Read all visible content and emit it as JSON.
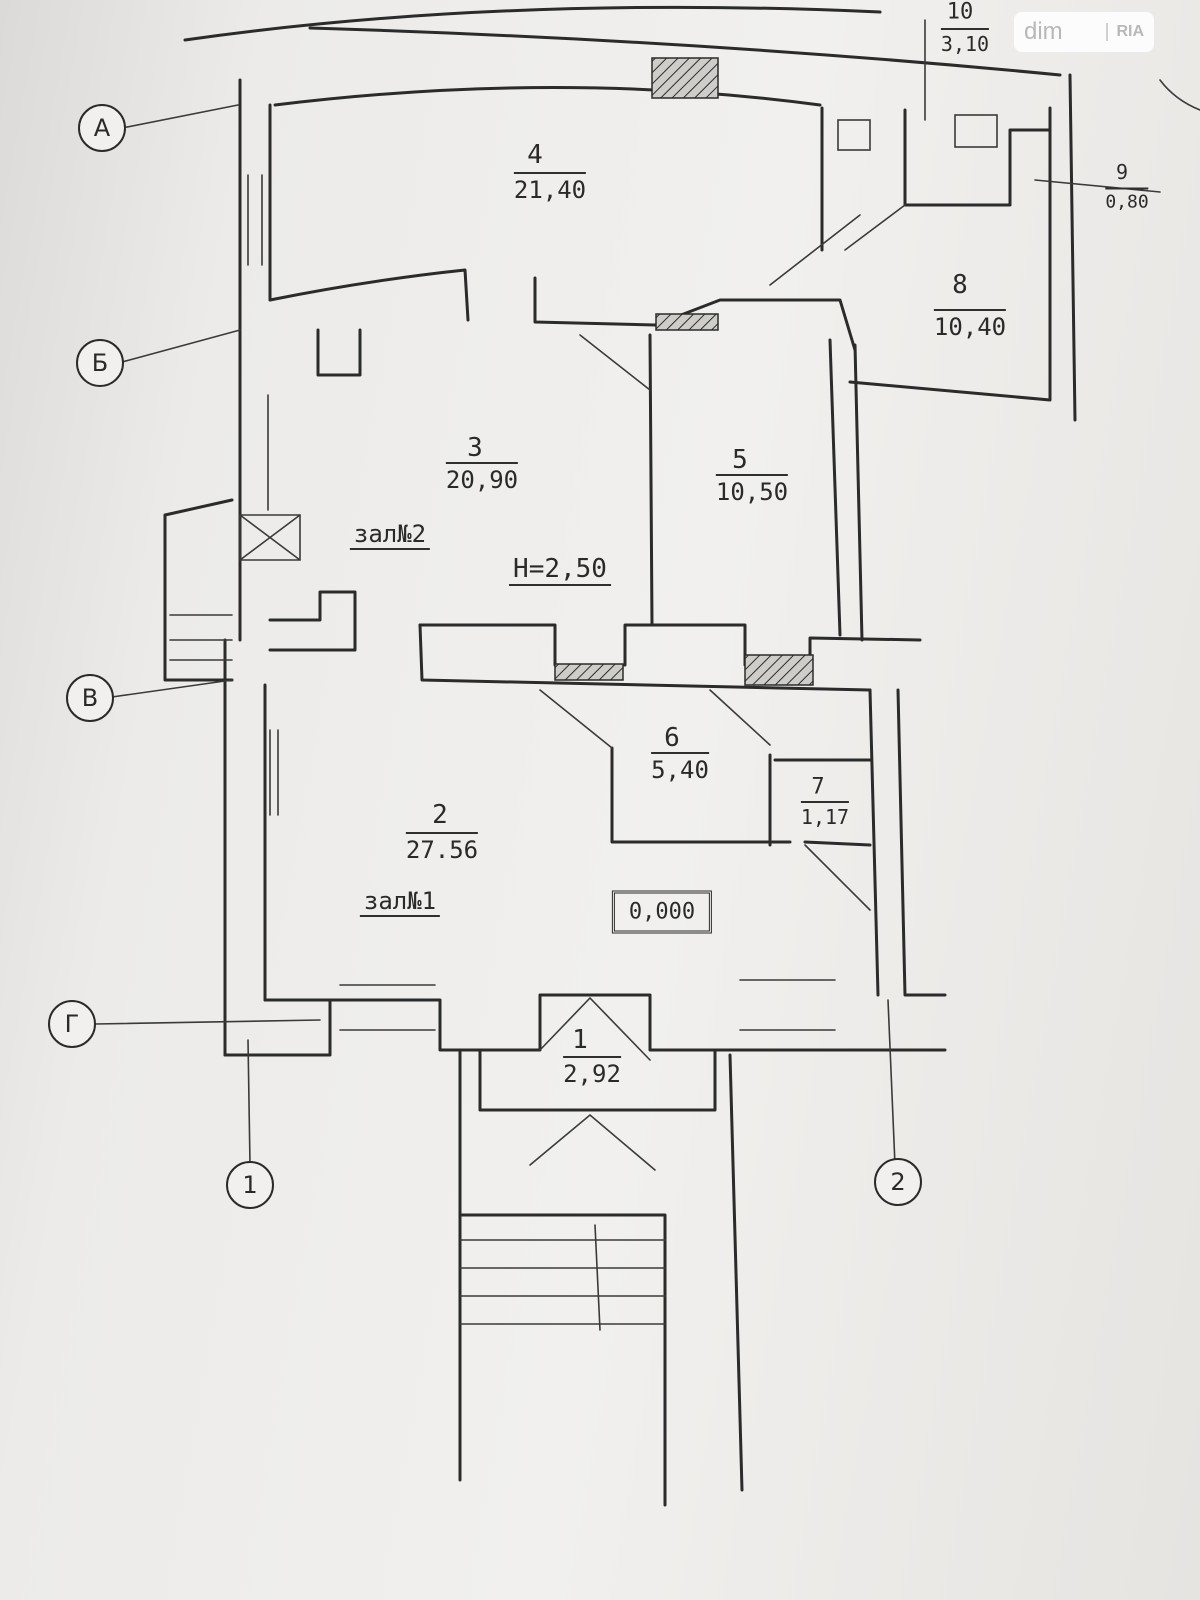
{
  "plan": {
    "rooms": [
      {
        "id": "4",
        "number": "4",
        "area": "21,40"
      },
      {
        "id": "3",
        "number": "3",
        "area": "20,90"
      },
      {
        "id": "5",
        "number": "5",
        "area": "10,50"
      },
      {
        "id": "8",
        "number": "8",
        "area": "10,40"
      },
      {
        "id": "9",
        "number": "9",
        "area": "0,80"
      },
      {
        "id": "10",
        "number": "10",
        "area": "3,10"
      },
      {
        "id": "6",
        "number": "6",
        "area": "5,40"
      },
      {
        "id": "7",
        "number": "7",
        "area": "1,17"
      },
      {
        "id": "2",
        "number": "2",
        "area": "27.56"
      },
      {
        "id": "1",
        "number": "1",
        "area": "2,92"
      }
    ],
    "hall_labels": {
      "hall2": "зал№2",
      "hall1": "зал№1"
    },
    "height_note": "H=2,50",
    "level_mark": "0,000",
    "axes_rows": [
      "A",
      "Б",
      "В",
      "Г"
    ],
    "axes_cols": [
      "1",
      "2"
    ]
  },
  "watermark": {
    "brand": "dim",
    "partner": "RIA"
  }
}
